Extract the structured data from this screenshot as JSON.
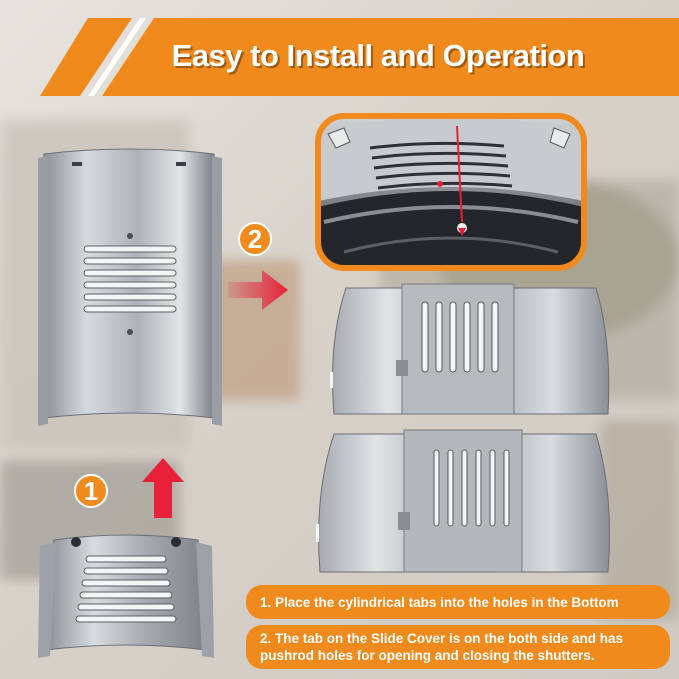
{
  "header": {
    "title": "Easy to Install and Operation"
  },
  "steps": [
    {
      "number": "1"
    },
    {
      "number": "2"
    }
  ],
  "instructions": [
    "1. Place the cylindrical tabs into the holes in the Bottom",
    "2. The tab on the Slide Cover is on the both side and has pushrod holes for opening and closing the shutters."
  ],
  "colors": {
    "accent": "#f08a1c",
    "arrow": "#e8203a",
    "text": "#ffffff"
  }
}
